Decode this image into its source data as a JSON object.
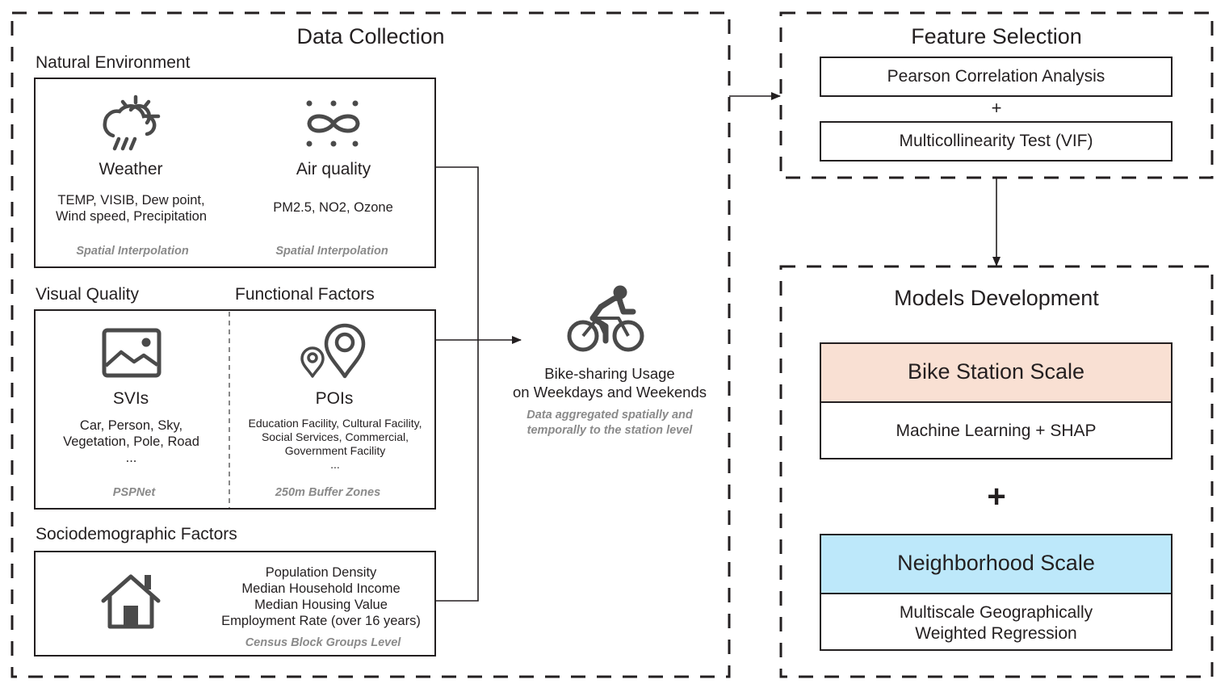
{
  "data_collection": {
    "title": "Data Collection",
    "natural_environment": {
      "label": "Natural Environment",
      "weather": {
        "title": "Weather",
        "vars_line1": "TEMP, VISIB, Dew point,",
        "vars_line2": "Wind speed, Precipitation",
        "method": "Spatial Interpolation",
        "icon": "weather-icon"
      },
      "air_quality": {
        "title": "Air quality",
        "vars": "PM2.5, NO2, Ozone",
        "method": "Spatial Interpolation",
        "icon": "air-quality-icon"
      }
    },
    "visual_quality": {
      "label": "Visual Quality",
      "svis": {
        "title": "SVIs",
        "vars_line1": "Car, Person, Sky,",
        "vars_line2": "Vegetation, Pole, Road",
        "vars_line3": "...",
        "method": "PSPNet",
        "icon": "image-icon"
      }
    },
    "functional_factors": {
      "label": "Functional Factors",
      "pois": {
        "title": "POIs",
        "vars_line1": "Education Facility, Cultural Facility,",
        "vars_line2": "Social Services, Commercial,",
        "vars_line3": "Government Facility",
        "vars_line4": "...",
        "method": "250m Buffer Zones",
        "icon": "location-pin-icon"
      }
    },
    "sociodemographic": {
      "label": "Sociodemographic Factors",
      "vars_line1": "Population Density",
      "vars_line2": "Median Household Income",
      "vars_line3": "Median Housing Value",
      "vars_line4": "Employment Rate (over 16 years)",
      "method": "Census Block Groups Level",
      "icon": "house-icon"
    }
  },
  "bike_usage": {
    "title_line1": "Bike-sharing Usage",
    "title_line2": "on Weekdays and Weekends",
    "note_line1": "Data aggregated spatially and",
    "note_line2": "temporally to the station level",
    "icon": "cyclist-icon"
  },
  "feature_selection": {
    "title": "Feature Selection",
    "step1": "Pearson Correlation Analysis",
    "plus": "+",
    "step2": "Multicollinearity Test (VIF)"
  },
  "models_development": {
    "title": "Models Development",
    "station_scale": {
      "title": "Bike Station Scale",
      "method": "Machine Learning + SHAP",
      "color": "#f9e0d3"
    },
    "plus": "+",
    "neighborhood_scale": {
      "title": "Neighborhood Scale",
      "method_line1": "Multiscale Geographically",
      "method_line2": "Weighted Regression",
      "color": "#bde8fa"
    }
  }
}
